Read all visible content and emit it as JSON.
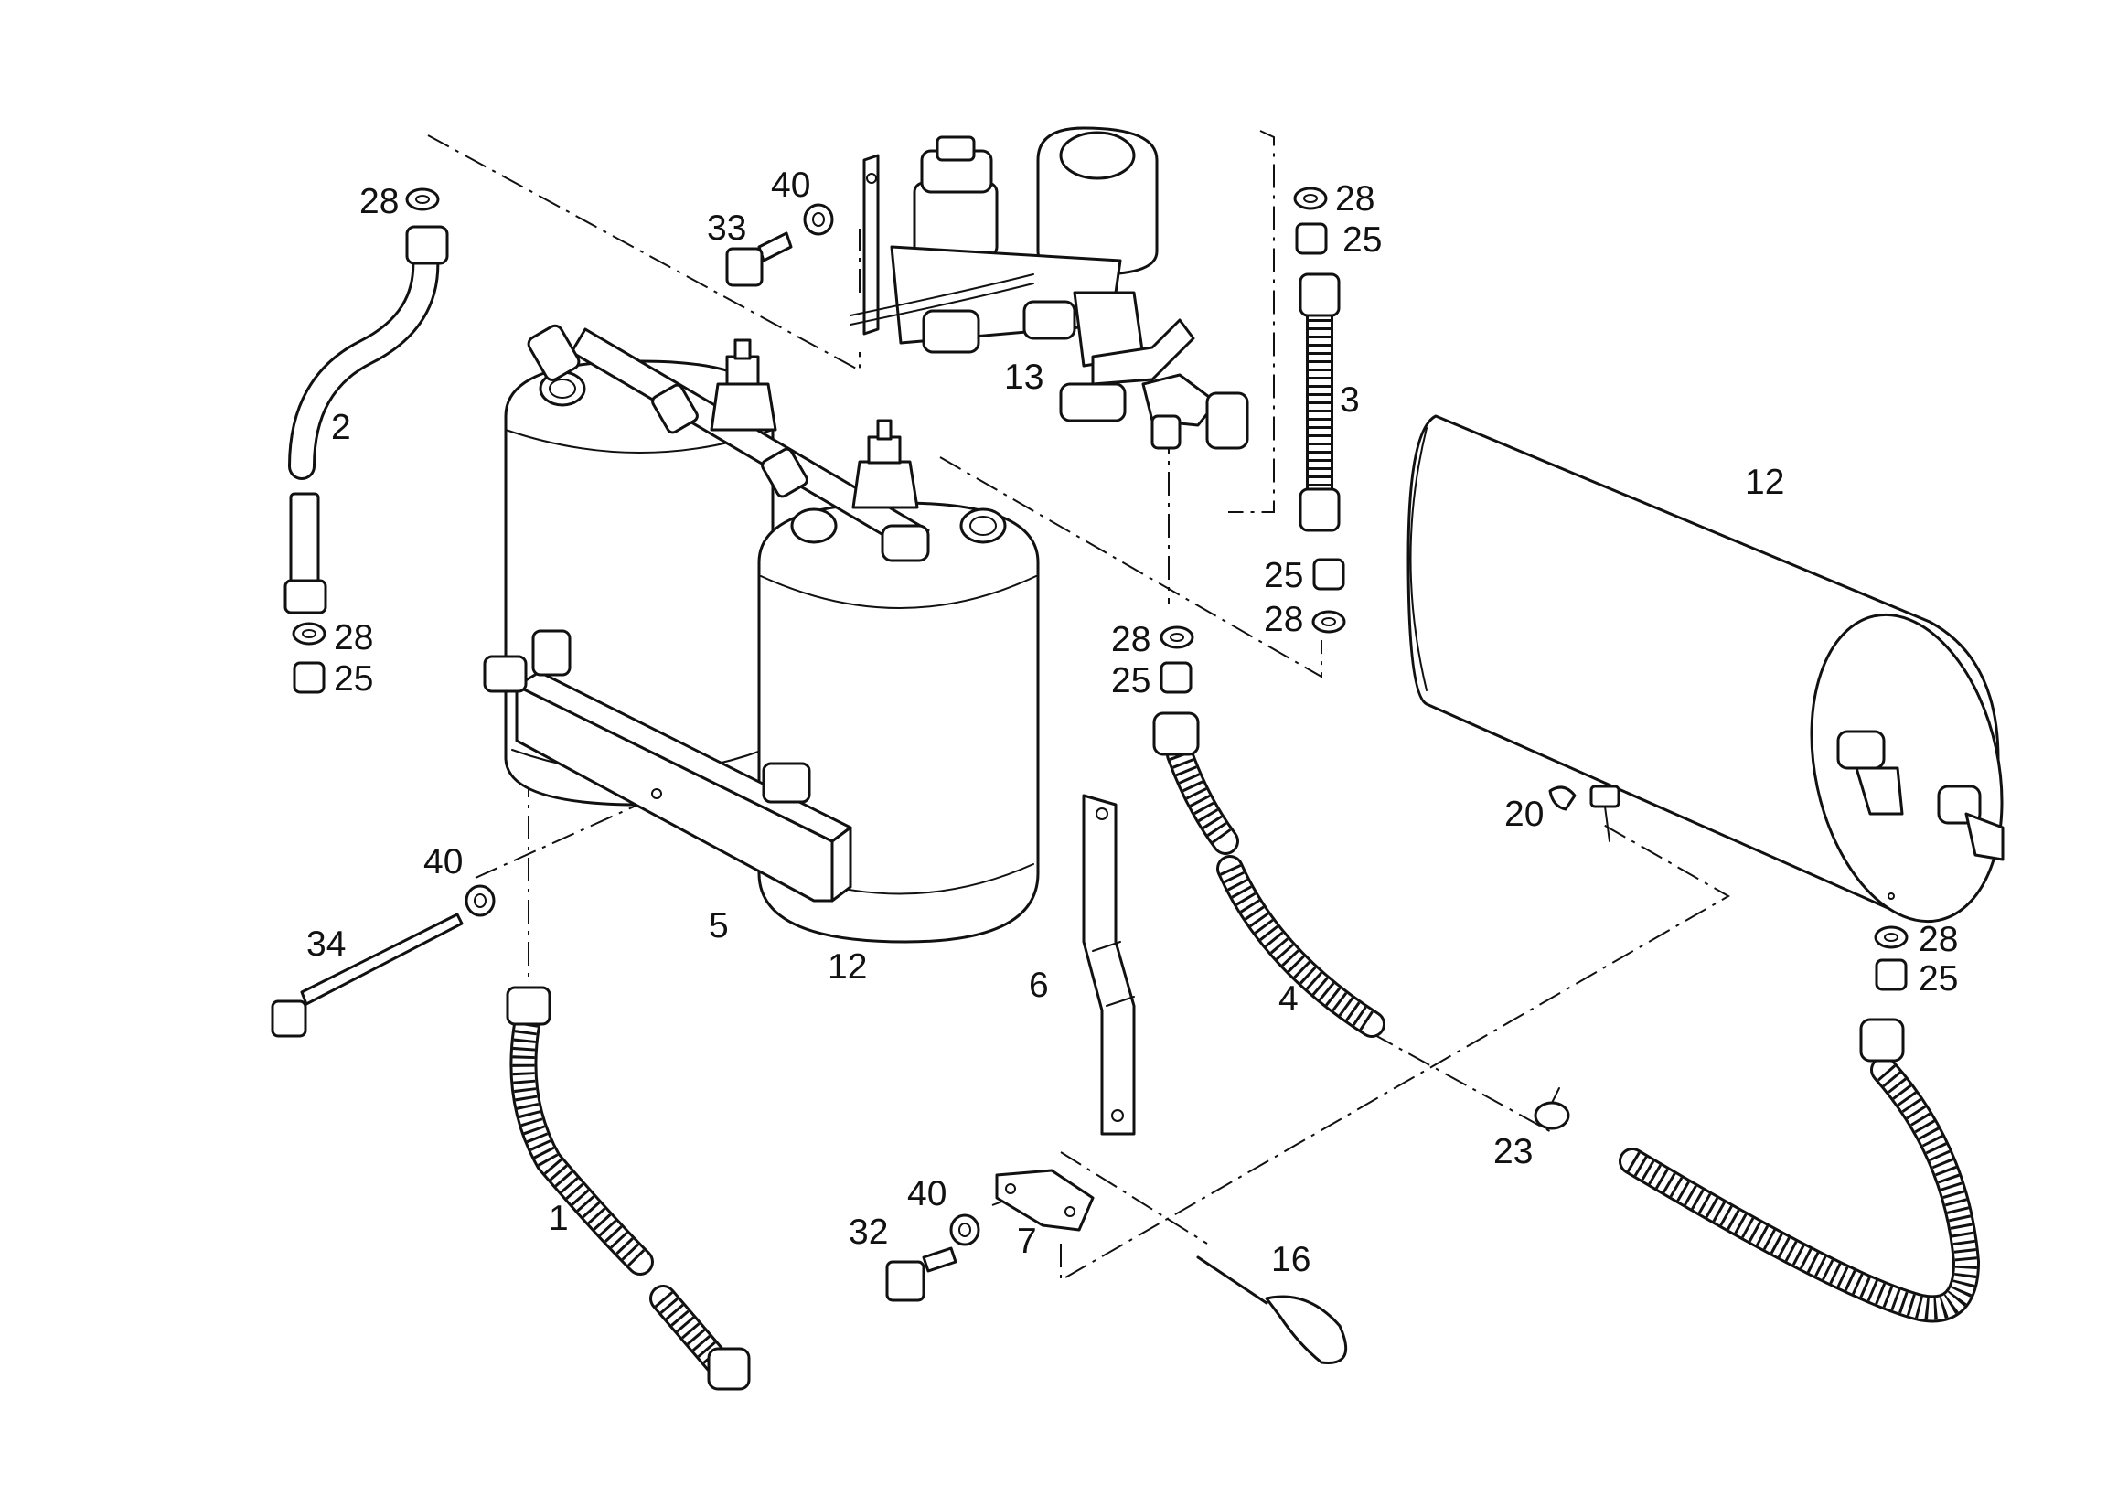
{
  "diagram": {
    "callouts": {
      "c1": "1",
      "c2": "2",
      "c3": "3",
      "c4": "4",
      "c5": "5",
      "c6": "6",
      "c7": "7",
      "c12a": "12",
      "c12b": "12",
      "c13": "13",
      "c16": "16",
      "c20": "20",
      "c23": "23",
      "c25a": "25",
      "c25b": "25",
      "c25c": "25",
      "c25d": "25",
      "c25e": "25",
      "c28a": "28",
      "c28b": "28",
      "c28c": "28",
      "c28d": "28",
      "c28e": "28",
      "c28f": "28",
      "c32": "32",
      "c33": "33",
      "c34": "34",
      "c40a": "40",
      "c40b": "40",
      "c40c": "40"
    }
  }
}
